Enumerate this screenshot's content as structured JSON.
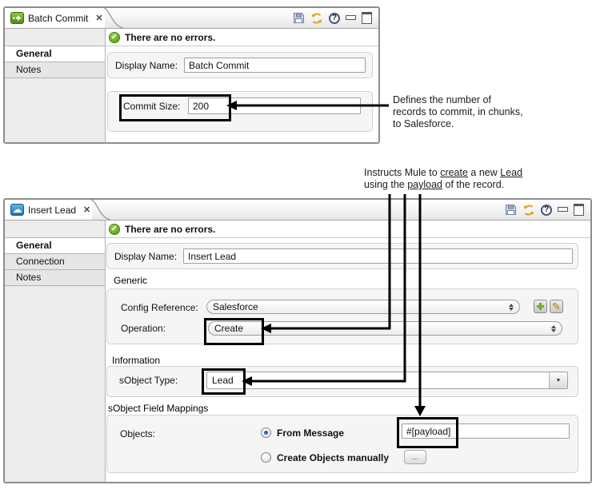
{
  "batch": {
    "tab_title": "Batch Commit",
    "status": "There are no errors.",
    "sidebar": [
      "General",
      "Notes"
    ],
    "display_name_label": "Display Name:",
    "display_name_value": "Batch Commit",
    "commit_size_label": "Commit Size:",
    "commit_size_value": "200"
  },
  "insert": {
    "tab_title": "Insert Lead",
    "status": "There are no errors.",
    "sidebar": [
      "General",
      "Connection",
      "Notes"
    ],
    "display_name_label": "Display Name:",
    "display_name_value": "Insert Lead",
    "generic_section": "Generic",
    "config_reference_label": "Config Reference:",
    "config_reference_value": "Salesforce",
    "operation_label": "Operation:",
    "operation_value": "Create",
    "information_section": "Information",
    "sobject_type_label": "sObject Type:",
    "sobject_type_value": "Lead",
    "mappings_section": "sObject Field Mappings",
    "objects_label": "Objects:",
    "from_message_label": "From Message",
    "payload_value": "#[payload]",
    "create_manually_label": "Create Objects manually",
    "ellipsis_label": "..."
  },
  "annotations": {
    "commit_note": {
      "line1": "Defines the number of",
      "line2": "records to commit, in chunks,",
      "line3": "to Salesforce."
    },
    "insert_note": {
      "l1_a": "Instructs Mule to ",
      "l1_b": "create",
      "l1_c": " a new ",
      "l1_d": "Lead",
      "l2_a": "using the ",
      "l2_b": "payload",
      "l2_c": " of the record."
    }
  },
  "icons": {
    "close": "✕",
    "help": "?",
    "cloud": "☁",
    "pencil": "✎",
    "dropdown": "▼",
    "check": "✓"
  },
  "colors": {
    "ok_green": "#4f9714",
    "plus_green": "#70b024",
    "refresh_orange": "#e0a11b",
    "highlight_black": "#000000",
    "salesforce_blue": "#1f77b4"
  }
}
